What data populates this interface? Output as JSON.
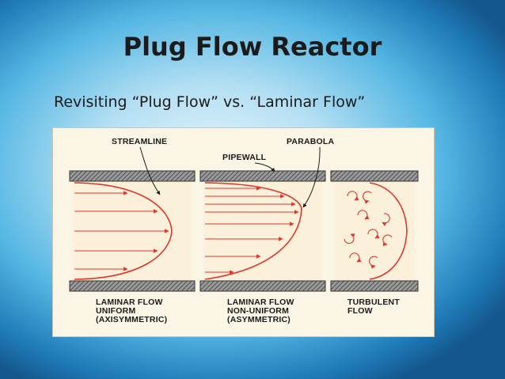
{
  "slide": {
    "title": "Plug Flow Reactor",
    "subtitle": "Revisiting “Plug Flow” vs. “Laminar Flow”"
  },
  "diagram": {
    "labels": {
      "streamline": "STREAMLINE",
      "parabola": "PARABOLA",
      "pipewall": "PIPEWALL"
    },
    "panels": [
      {
        "caption": "LAMINAR FLOW\nUNIFORM\n(AXISYMMETRIC)"
      },
      {
        "caption": "LAMINAR FLOW\nNON-UNIFORM\n(ASYMMETRIC)"
      },
      {
        "caption": "TURBULENT\nFLOW"
      }
    ],
    "colors": {
      "flow_line": "#e0352b",
      "pipe_wall_dark": "#3a3a3a",
      "pipe_wall_light": "#8c8c8c",
      "pipe_fluid": "#fbf0d9"
    }
  }
}
